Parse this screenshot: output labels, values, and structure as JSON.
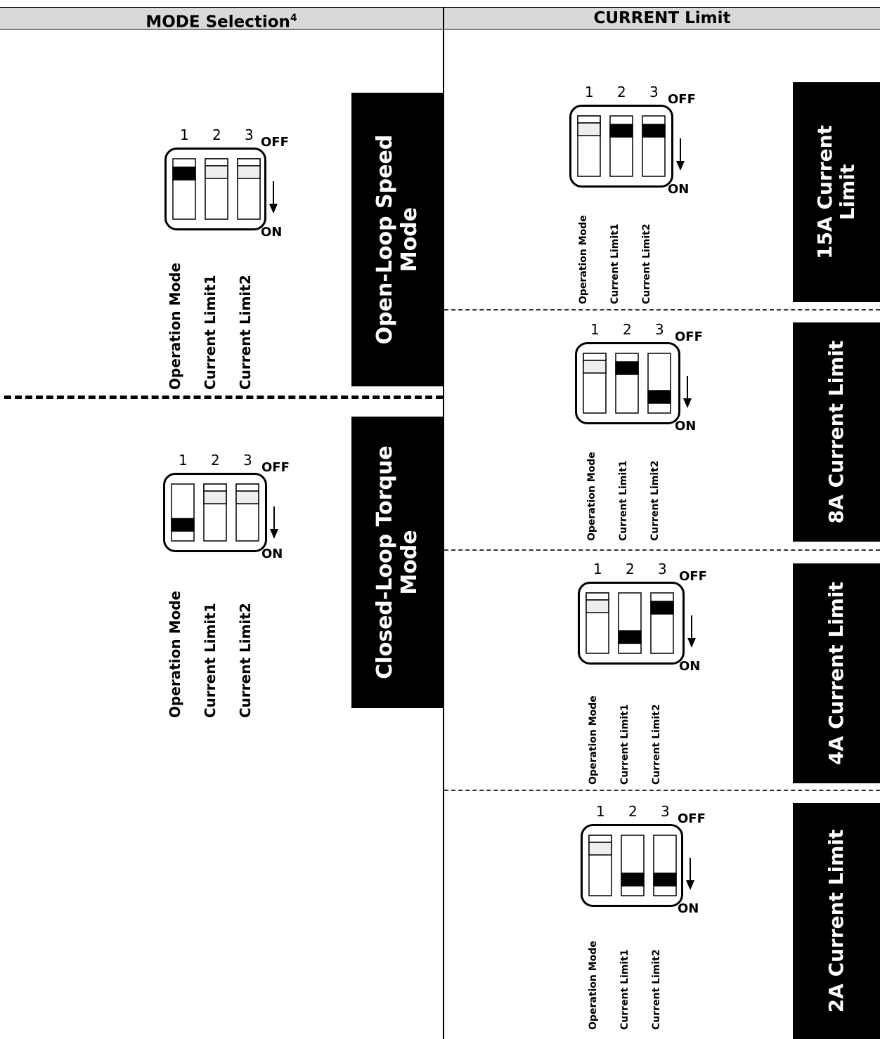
{
  "headers": {
    "mode": "MODE Selection",
    "mode_sup": "4",
    "current": "CURRENT Limit"
  },
  "state_labels": {
    "off": "OFF",
    "on": "ON"
  },
  "switch_numbers": [
    "1",
    "2",
    "3"
  ],
  "dip_labels": [
    "Operation Mode",
    "Current Limit1",
    "Current  Limit2"
  ],
  "mode_settings": [
    {
      "title": "Open-Loop Speed Mode",
      "title_line1": "Open-Loop Speed",
      "title_line2": "Mode",
      "switches": [
        "off",
        "unset",
        "unset"
      ]
    },
    {
      "title": "Closed-Loop Torque Mode",
      "title_line1": "Closed-Loop Torque",
      "title_line2": "Mode",
      "switches": [
        "on",
        "unset",
        "unset"
      ]
    }
  ],
  "current_settings": [
    {
      "title": "15A Current Limit",
      "title_line1": "15A Current",
      "title_line2": "Limit",
      "switches": [
        "unset",
        "off",
        "off"
      ]
    },
    {
      "title": "8A Current Limit",
      "title_line1": "8A Current Limit",
      "title_line2": "",
      "switches": [
        "unset",
        "off",
        "on"
      ]
    },
    {
      "title": "4A Current Limit",
      "title_line1": "4A Current Limit",
      "title_line2": "",
      "switches": [
        "unset",
        "on",
        "off"
      ]
    },
    {
      "title": "2A Current Limit",
      "title_line1": "2A Current Limit",
      "title_line2": "",
      "switches": [
        "unset",
        "on",
        "on"
      ]
    }
  ]
}
